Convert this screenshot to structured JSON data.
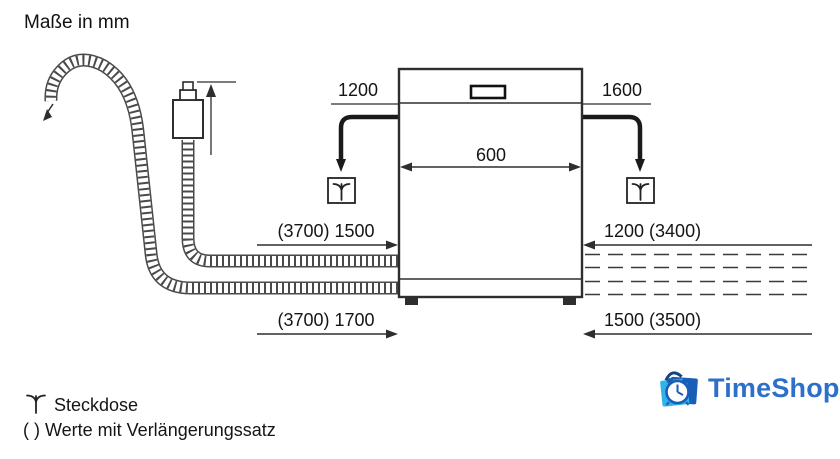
{
  "title": "Maße in mm",
  "dims": {
    "cord_left": "1200",
    "cord_right": "1600",
    "appliance_width": "600",
    "mid_left": "(3700) 1500",
    "mid_right": "1200 (3400)",
    "bottom_left": "(3700) 1700",
    "bottom_right": "1500 (3500)"
  },
  "legend": {
    "socket_label": "Steckdose",
    "extension_note": "( ) Werte mit Verlängerungssatz"
  },
  "watermark": {
    "brand": "TimeShop"
  },
  "icons": {
    "socket": "socket-icon",
    "alarm_clock": "alarm-clock-icon",
    "shopping_bag": "shopping-bag-icon"
  },
  "colors": {
    "line": "#2e2e2e",
    "hose": "#4a4a4a",
    "brand_blue": "#2e6fc9",
    "brand_cyan": "#2fb3e8",
    "brand_navy": "#1a5eb8",
    "brand_dark": "#14457f"
  }
}
